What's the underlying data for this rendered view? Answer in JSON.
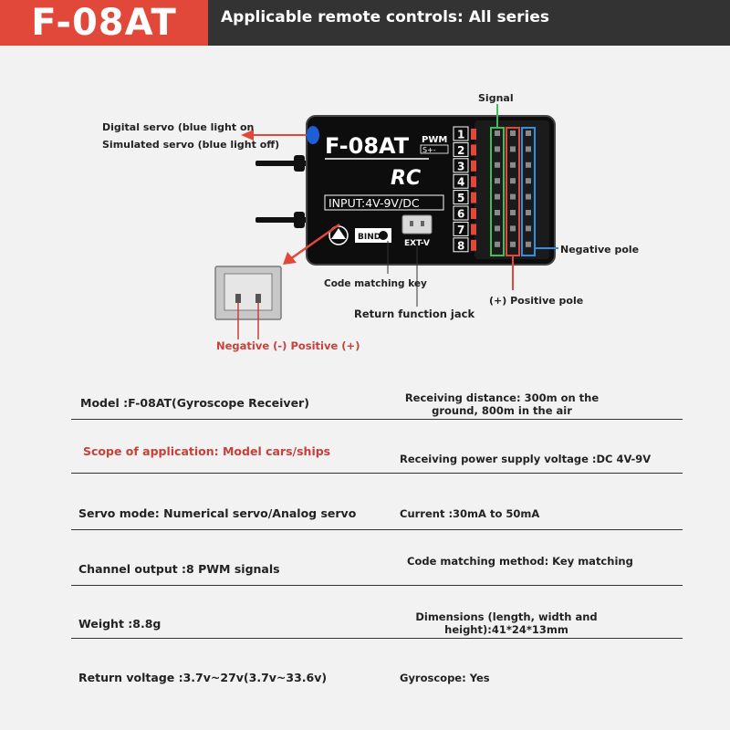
{
  "header": {
    "model_badge": "F-08AT",
    "subtitle": "Applicable remote controls: All series"
  },
  "diagram": {
    "led_label_line1": "Digital servo (blue light on",
    "led_label_line2": "Simulated servo (blue light off)",
    "signal_label": "Signal",
    "negative_pole_label": "Negative pole",
    "positive_pole_label": "(+) Positive pole",
    "code_key_label": "Code matching key",
    "return_jack_label": "Return function jack",
    "connector_polarity_label": "Negative (-) Positive (+)",
    "device": {
      "model": "F-08AT",
      "pwm": "PWM",
      "pin_legend": "S+-",
      "rc": "RC",
      "input": "INPUT:4V-9V/DC",
      "bind": "BIND",
      "ext": "EXT-V",
      "channels": [
        "1",
        "2",
        "3",
        "4",
        "5",
        "6",
        "7",
        "8"
      ]
    }
  },
  "specs": {
    "model": "Model :F-08AT(Gyroscope Receiver)",
    "distance_line1": "Receiving distance: 300m on the",
    "distance_line2": "ground, 800m in the air",
    "scope": "Scope of application: Model cars/ships",
    "power_voltage": "Receiving power supply voltage :DC 4V-9V",
    "servo_mode": "Servo mode: Numerical servo/Analog servo",
    "current": "Current :30mA to 50mA",
    "channel_output": "Channel output :8 PWM signals",
    "code_method": "Code matching method: Key matching",
    "weight": "Weight :8.8g",
    "dimensions_line1": "Dimensions (length, width and",
    "dimensions_line2": "height):41*24*13mm",
    "return_voltage": "Return voltage :3.7v~27v(3.7v~33.6v)",
    "gyroscope": "Gyroscope: Yes"
  },
  "colors": {
    "accent_red": "#e2483a",
    "header_dark": "#333333",
    "signal_green": "#3fbf5a",
    "power_red": "#e2483a",
    "ground_blue": "#2f8fe0",
    "led_blue": "#1f5fd6"
  }
}
